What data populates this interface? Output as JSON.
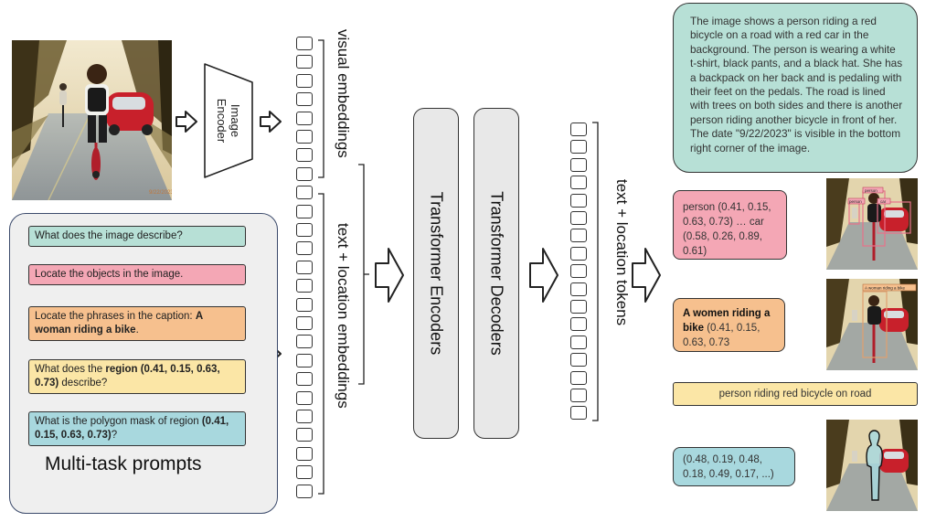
{
  "input_image_alt": "road-scene-photo",
  "encoder": {
    "line1": "Image",
    "line2": "Encoder"
  },
  "labels": {
    "visual_embeddings": "visual embeddings",
    "text_location_embeddings": "text + location embeddings",
    "transformer_encoders": "Transformer Encoders",
    "transformer_decoders": "Transformer Decoders",
    "text_location_tokens": "text + location tokens"
  },
  "prompts_panel": {
    "title": "Multi-task prompts",
    "prompts": [
      {
        "parts": [
          {
            "text": "What does the image describe?",
            "bold": false
          }
        ],
        "color": "#b7e0d6"
      },
      {
        "parts": [
          {
            "text": "Locate the objects in the image.",
            "bold": false
          }
        ],
        "color": "#f4a7b5"
      },
      {
        "parts": [
          {
            "text": "Locate the phrases in the caption: ",
            "bold": false
          },
          {
            "text": "A woman riding a bike",
            "bold": true
          },
          {
            "text": ".",
            "bold": false
          }
        ],
        "color": "#f6c08e"
      },
      {
        "parts": [
          {
            "text": "What does the ",
            "bold": false
          },
          {
            "text": "region (0.41, 0.15, 0.63, 0.73)",
            "bold": true
          },
          {
            "text": " describe?",
            "bold": false
          }
        ],
        "color": "#fbe6a6"
      },
      {
        "parts": [
          {
            "text": "What is the polygon mask of region ",
            "bold": false
          },
          {
            "text": "(0.41, 0.15, 0.63, 0.73)",
            "bold": true
          },
          {
            "text": "?",
            "bold": false
          }
        ],
        "color": "#a8d8de"
      }
    ]
  },
  "outputs": {
    "caption": "The image shows a person riding a red bicycle on a road with a red car in the background. The person is wearing a white t-shirt, black pants, and a black hat. She has a backpack on her back and is pedaling with their feet on the pedals. The road is lined with trees on both sides and there is another person riding another bicycle in front of her. The date \"9/22/2023\" is visible in the bottom right corner of the image.",
    "detection": "person (0.41, 0.15, 0.63, 0.73) … car (0.58, 0.26, 0.89, 0.61)",
    "grounding_bold": "A women riding a bike",
    "grounding_rest": " (0.41, 0.15, 0.63, 0.73",
    "region_caption": "person riding red bicycle on road",
    "segmentation": "(0.48, 0.19, 0.48, 0.18, 0.49, 0.17, ...)",
    "det_box_labels": [
      "person",
      "car",
      "person"
    ],
    "ground_box_label": "A woman riding a bike"
  },
  "colors": {
    "caption_green": "#b7e0d6",
    "detect_pink": "#f4a7b5",
    "ground_orange": "#f6c08e",
    "region_yellow": "#fbe6a6",
    "seg_cyan": "#a8d8de",
    "block_gray": "#e8e8e8",
    "panel_gray": "#efefef"
  }
}
